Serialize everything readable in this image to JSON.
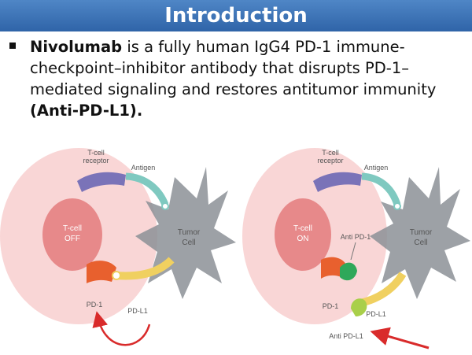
{
  "slide": {
    "title": "Introduction",
    "bullet": {
      "drug_name": "Nivolumab",
      "text_part1": " is a fully human IgG4 PD-1 immune-checkpoint–inhibitor antibody that disrupts PD-1–mediated signaling and restores antitumor immunity  ",
      "emphasis": "(Anti-PD-L1)",
      "text_end": "."
    }
  },
  "diagram": {
    "left_panel": {
      "tcell_receptor_label": [
        "T-cell",
        "receptor"
      ],
      "antigen_label": "Antigen",
      "tcell_state": [
        "T-cell",
        "OFF"
      ],
      "tumor_label": [
        "Tumor",
        "Cell"
      ],
      "pd1_label": "PD-1",
      "pdl1_label": "PD-L1"
    },
    "right_panel": {
      "tcell_receptor_label": [
        "T-cell",
        "receptor"
      ],
      "antigen_label": "Antigen",
      "tcell_state": [
        "T-cell",
        "ON"
      ],
      "tumor_label": [
        "Tumor",
        "Cell"
      ],
      "anti_pd1_label": "Anti PD-1",
      "pd1_label": "PD-1",
      "pdl1_label": "PD-L1",
      "anti_pdl1_label": "Anti PD-L1"
    },
    "colors": {
      "cell_outer": "#f7c8c8",
      "cell_inner": "#e7898a",
      "tumor": "#8c9096",
      "receptor": "#7a73b8",
      "antigen": "#7fc9c0",
      "pd1": "#e8602e",
      "pdl1": "#f0d060",
      "anti_pd1": "#2fa85a",
      "anti_pdl1": "#a9cf4a",
      "arrow": "#d92b2b"
    }
  }
}
